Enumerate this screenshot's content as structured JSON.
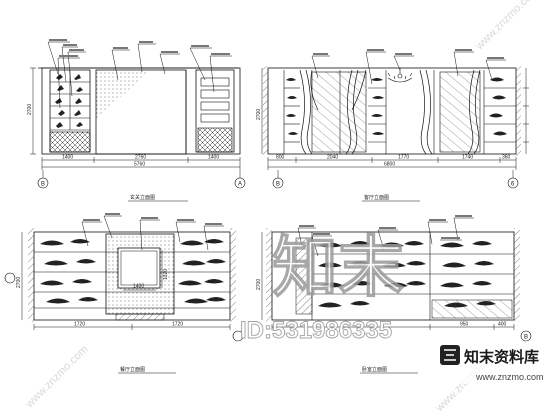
{
  "watermark": {
    "big_text": "知末",
    "id_text": "ID:531986335",
    "site_cn": "知末资料库",
    "site_url": "www.znzmo.com",
    "diag_text_1": "www.znzmo.com",
    "diag_text_2": "www.znzmo.com",
    "diag_text_3": "www.znzmo.com"
  },
  "drawings": {
    "tl": {
      "title": "玄关立面图",
      "dims_bottom": [
        "1400",
        "2760",
        "1400"
      ],
      "dim_total": "5760",
      "dim_height": "2700",
      "axis_left": "B",
      "axis_right": "A"
    },
    "tr": {
      "title": "客厅立面图",
      "dims_bottom": [
        "800",
        "2040",
        "1770",
        "1740",
        "360"
      ],
      "dim_total": "6800",
      "dim_height": "2700",
      "axis_left": "B",
      "axis_right": "6"
    },
    "bl": {
      "title": "餐厅立面图",
      "dims_bottom": [
        "1720",
        "1720"
      ],
      "dim_inner": "1400",
      "dim_side": "1320",
      "dim_height": "2700"
    },
    "br": {
      "title": "卧室立面图",
      "dims_bottom": [
        "950",
        "400"
      ],
      "dim_height": "2700",
      "axis_right": "B"
    }
  }
}
